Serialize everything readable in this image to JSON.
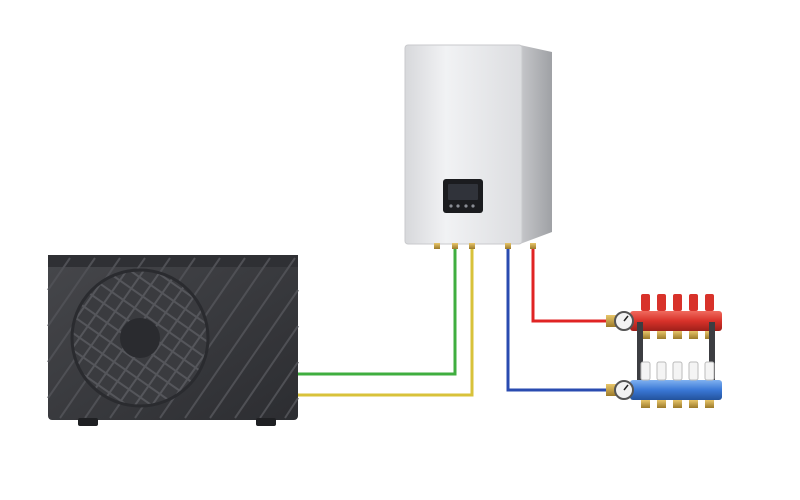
{
  "colors": {
    "background": "#ffffff",
    "outdoor_unit_body": "#3a3b3f",
    "indoor_unit_body": "#e9eaec",
    "pipe_green": "#3fae3f",
    "pipe_yellow": "#d8c23a",
    "pipe_red": "#e02424",
    "pipe_blue": "#2a4bb0",
    "manifold_supply": "#d83a32",
    "manifold_return": "#3f7ed8"
  },
  "components": {
    "outdoor_unit": {
      "icon": "heat-pump-outdoor-unit-icon"
    },
    "indoor_unit": {
      "icon": "wall-mounted-indoor-unit-icon",
      "display_icon": "lcd-control-panel-icon"
    },
    "supply_manifold": {
      "icon": "supply-manifold-icon",
      "valve_count": 5
    },
    "return_manifold": {
      "icon": "return-manifold-icon",
      "valve_count": 5
    }
  },
  "connections": [
    {
      "from": "outdoor_unit",
      "to": "indoor_unit",
      "color": "green"
    },
    {
      "from": "outdoor_unit",
      "to": "indoor_unit",
      "color": "yellow"
    },
    {
      "from": "indoor_unit",
      "to": "supply_manifold",
      "color": "red"
    },
    {
      "from": "indoor_unit",
      "to": "return_manifold",
      "color": "blue"
    }
  ]
}
